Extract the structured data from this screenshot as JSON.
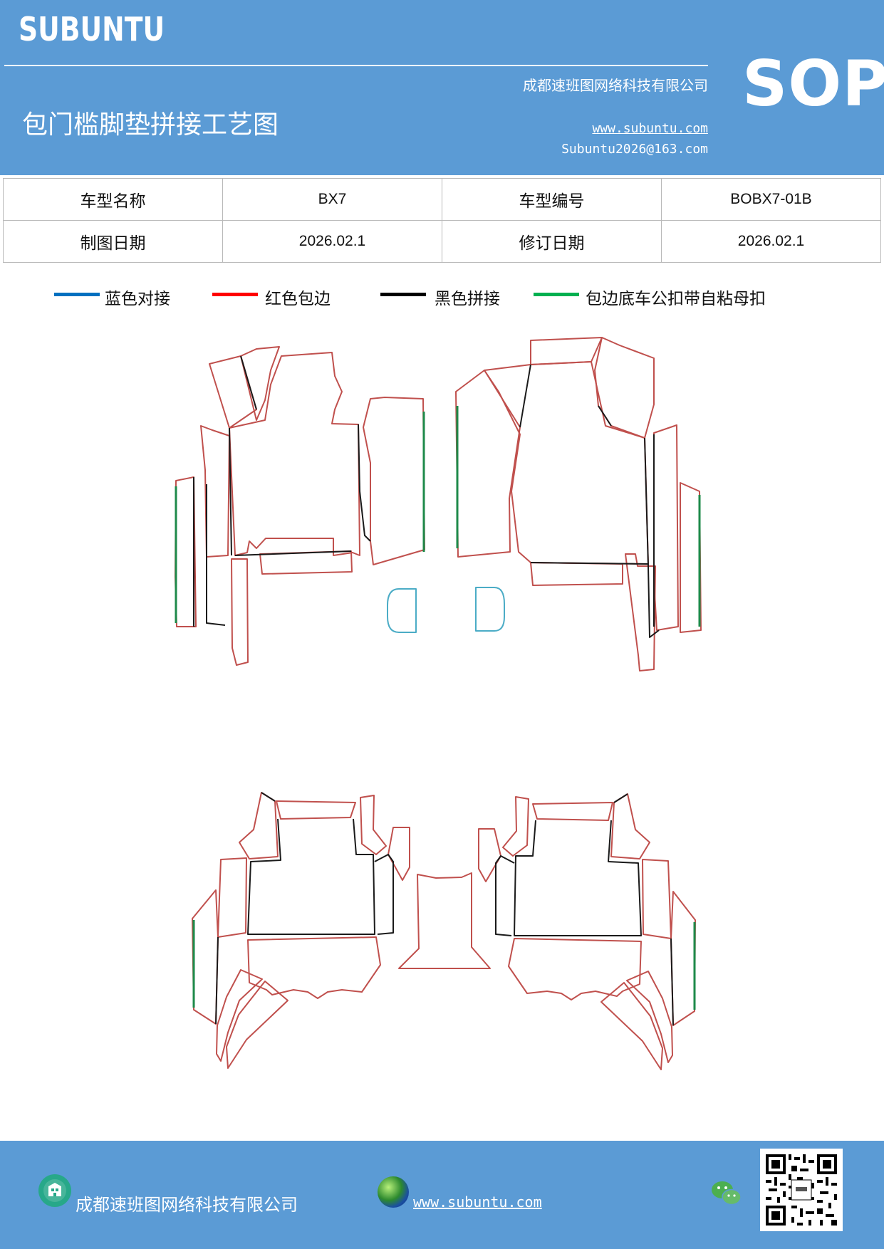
{
  "header": {
    "brand": "SUBUNTU",
    "company": "成都速班图网络科技有限公司",
    "title": "包门槛脚垫拼接工艺图",
    "website": "www.subuntu.com",
    "email": "Subuntu2026@163.com",
    "sop": "SOP"
  },
  "info": {
    "model_name_label": "车型名称",
    "model_name": "BX7",
    "model_code_label": "车型编号",
    "model_code": "BOBX7-01B",
    "draw_date_label": "制图日期",
    "draw_date": "2026.02.1",
    "revise_date_label": "修订日期",
    "revise_date": "2026.02.1"
  },
  "legend": [
    {
      "label": "蓝色对接",
      "color": "#0070c0"
    },
    {
      "label": "红色包边",
      "color": "#ff0000"
    },
    {
      "label": "黑色拼接",
      "color": "#000000"
    },
    {
      "label": "包边底车公扣带自粘母扣",
      "color": "#00b050"
    }
  ],
  "drawing_colors": {
    "edge": "#c0504d",
    "seam": "#1a1a1a",
    "butt": "#4bacc6",
    "velcro": "#1e8a4a"
  },
  "footer": {
    "company_icon": "building-icon",
    "company": "成都速班图网络科技有限公司",
    "globe_icon": "globe-icon",
    "website": "www.subuntu.com ",
    "wechat_icon": "wechat-icon",
    "qr": "qr-code"
  }
}
